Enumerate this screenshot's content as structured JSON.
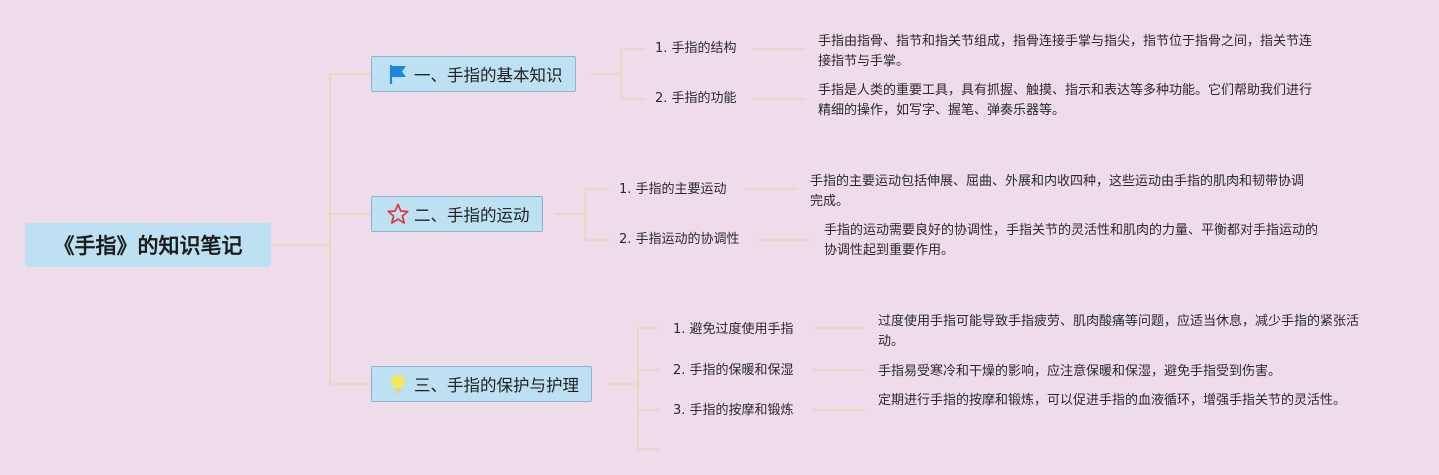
{
  "root": {
    "title": "《手指》的知识笔记"
  },
  "branches": [
    {
      "title": "一、手指的基本知识",
      "icon": "flag-icon",
      "items": [
        {
          "label": "1. 手指的结构",
          "detail": "手指由指骨、指节和指关节组成，指骨连接手掌与指尖，指节位于指骨之间，指关节连接指节与手掌。"
        },
        {
          "label": "2. 手指的功能",
          "detail": "手指是人类的重要工具，具有抓握、触摸、指示和表达等多种功能。它们帮助我们进行精细的操作，如写字、握笔、弹奏乐器等。"
        }
      ]
    },
    {
      "title": "二、手指的运动",
      "icon": "star-icon",
      "items": [
        {
          "label": "1. 手指的主要运动",
          "detail": "手指的主要运动包括伸展、屈曲、外展和内收四种，这些运动由手指的肌肉和韧带协调完成。"
        },
        {
          "label": "2. 手指运动的协调性",
          "detail": "手指的运动需要良好的协调性，手指关节的灵活性和肌肉的力量、平衡都对手指运动的协调性起到重要作用。"
        }
      ]
    },
    {
      "title": "三、手指的保护与护理",
      "icon": "lightbulb-icon",
      "items": [
        {
          "label": "1. 避免过度使用手指",
          "detail": "过度使用手指可能导致手指疲劳、肌肉酸痛等问题，应适当休息，减少手指的紧张活动。"
        },
        {
          "label": "2. 手指的保暖和保湿",
          "detail": "手指易受寒冷和干燥的影响，应注意保暖和保湿，避免手指受到伤害。"
        },
        {
          "label": "3. 手指的按摩和锻炼",
          "detail": "定期进行手指的按摩和锻炼，可以促进手指的血液循环，增强手指关节的灵活性。"
        }
      ]
    }
  ],
  "colors": {
    "background": "#eedcea",
    "node_fill": "#bde0f2",
    "connector": "#ecd7b4",
    "flag": "#1e88d8",
    "star": "#e0353b",
    "lightbulb": "#f5e85a"
  }
}
